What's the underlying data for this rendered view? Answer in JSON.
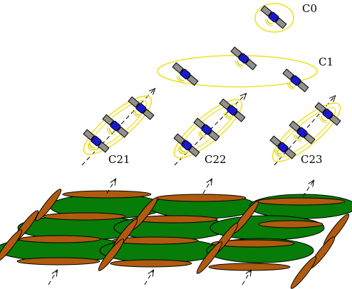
{
  "labels": {
    "c0": "C0",
    "c1": "C1",
    "c21": "C21",
    "c22": "C22",
    "c23": "C23"
  },
  "colors": {
    "cluster_ring": "#f0e020",
    "satellite_body": "#1a1acc",
    "satellite_panel": "#909090",
    "antenna": "#d8d010",
    "leaf_green": "#087c08",
    "leaf_brown": "#b05a10",
    "outline": "#000000"
  },
  "icons": {
    "satellite": "satellite-icon",
    "arrow": "dashed-arrow-icon"
  }
}
